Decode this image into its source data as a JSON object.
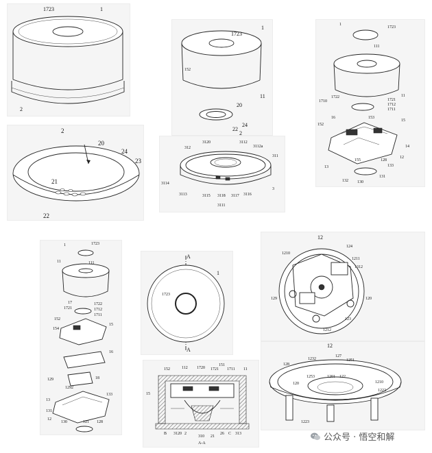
{
  "figures": {
    "fig_a": {
      "labels": [
        "1723",
        "1",
        "2"
      ]
    },
    "fig_b": {
      "labels": [
        "1723",
        "1",
        "152",
        "11",
        "20",
        "22",
        "24",
        "2"
      ]
    },
    "fig_c": {
      "labels": [
        "1",
        "1723",
        "111",
        "11",
        "1722",
        "1710",
        "1721",
        "1712",
        "1711",
        "152",
        "16",
        "153",
        "15",
        "14",
        "12",
        "13",
        "133",
        "132",
        "130",
        "131",
        "128",
        "155"
      ]
    },
    "fig_d": {
      "labels": [
        "2",
        "20",
        "24",
        "23",
        "21",
        "22"
      ]
    },
    "fig_e": {
      "labels": [
        "312",
        "3120",
        "3112",
        "3112a",
        "311",
        "3114",
        "3113",
        "3115",
        "3118",
        "3117",
        "3116",
        "3",
        "3111"
      ]
    },
    "fig_f": {
      "labels": [
        "1",
        "1723",
        "11",
        "111",
        "17",
        "1722",
        "1721",
        "1712",
        "1711",
        "152",
        "154",
        "15",
        "16",
        "18",
        "129",
        "1292",
        "133",
        "13",
        "131",
        "130",
        "12",
        "121",
        "128"
      ]
    },
    "fig_g": {
      "labels": [
        "A",
        "1",
        "1723",
        "A"
      ]
    },
    "fig_h": {
      "labels": [
        "152",
        "112",
        "1720",
        "1721",
        "151",
        "1711",
        "11",
        "15",
        "B",
        "3120",
        "2",
        "310",
        "21",
        "26",
        "C",
        "313",
        "A-A"
      ]
    },
    "fig_i": {
      "labels": [
        "12",
        "124",
        "1210",
        "1211",
        "1312",
        "129",
        "120",
        "123",
        "1212"
      ]
    },
    "fig_j": {
      "labels": [
        "12",
        "127",
        "1232",
        "1251",
        "128",
        "1253",
        "1201",
        "122",
        "120",
        "1210",
        "1222",
        "1223"
      ]
    }
  },
  "watermark": {
    "text": "公众号 · 悟空和解"
  }
}
